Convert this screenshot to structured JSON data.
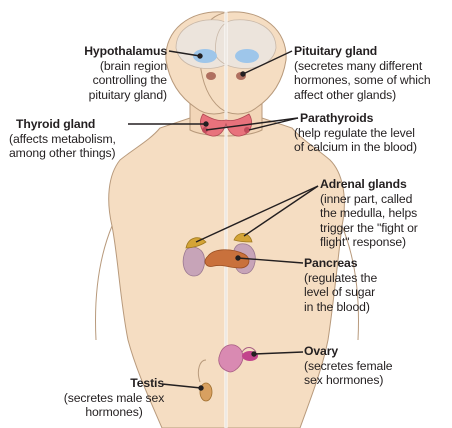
{
  "labels": {
    "hypothalamus": {
      "title": "Hypothalamus",
      "description": [
        "(brain region",
        "controlling the",
        "pituitary gland)"
      ]
    },
    "thyroid": {
      "title": "Thyroid gland",
      "description": [
        "(affects metabolism,",
        "among other things)"
      ]
    },
    "testis": {
      "title": "Testis",
      "description": [
        "(secretes male sex",
        "hormones)"
      ]
    },
    "pituitary": {
      "title": "Pituitary gland",
      "description": [
        "(secretes many different",
        "hormones, some of which",
        "affect other glands)"
      ]
    },
    "parathyroids": {
      "title": "Parathyroids",
      "description": [
        "(help regulate the level",
        "of calcium in the blood)"
      ]
    },
    "adrenal": {
      "title": "Adrenal glands",
      "description": [
        "(inner part, called",
        "the medulla, helps",
        "trigger the \"fight or",
        "flight\" response)"
      ]
    },
    "pancreas": {
      "title": "Pancreas",
      "description": [
        "(regulates the",
        "level of sugar",
        "in the blood)"
      ]
    },
    "ovary": {
      "title": "Ovary",
      "description": [
        "(secretes female",
        "sex hormones)"
      ]
    }
  },
  "colors": {
    "skin": "#f5ddc2",
    "skin_shade": "#e8c9a6",
    "outline": "#b89a7c",
    "brain": "#ece4dc",
    "hypothalamus": "#9ec6ea",
    "thyroid": "#e8727c",
    "adrenal": "#d4a437",
    "kidney": "#c7a4b8",
    "pancreas": "#c9713c",
    "ovary": "#c2438c",
    "uterus": "#d98ab2",
    "testis": "#d8a060",
    "leader": "#231f20"
  }
}
